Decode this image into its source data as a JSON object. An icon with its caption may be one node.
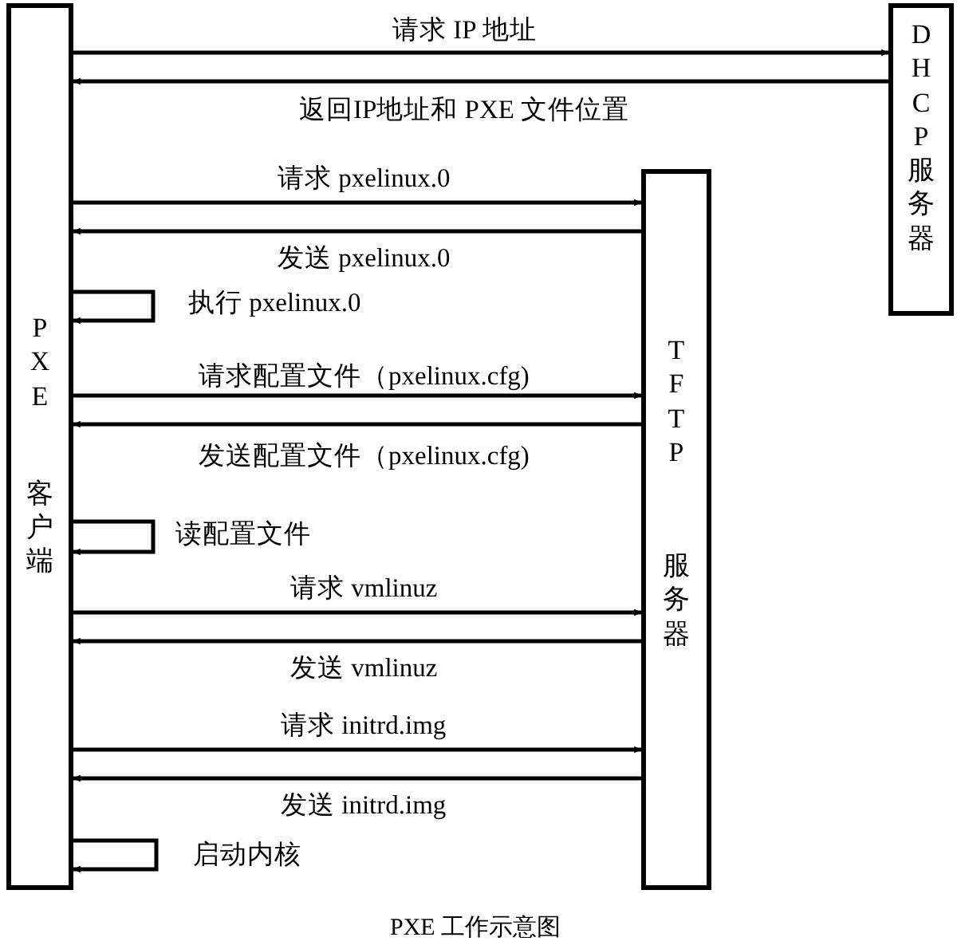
{
  "diagram": {
    "caption": "PXE 工作示意图",
    "nodes": [
      {
        "text": [
          "PXE",
          "客户端"
        ]
      },
      {
        "text": [
          "TFTP",
          "服务器"
        ]
      },
      {
        "text": [
          "DHCP服务器"
        ]
      }
    ],
    "edges": [
      {
        "from": 0,
        "to": 2,
        "arrow": "to",
        "label": "请求 IP 地址"
      },
      {
        "from": 2,
        "to": 0,
        "arrow": "to",
        "label": "返回IP地址和 PXE 文件位置"
      },
      {
        "from": 0,
        "to": 1,
        "arrow": "to",
        "label": "请求 pxelinux.0"
      },
      {
        "from": 1,
        "to": 0,
        "arrow": "to",
        "label": "发送 pxelinux.0"
      },
      {
        "from": 0,
        "to": 0,
        "arrow": "to",
        "label": "执行 pxelinux.0"
      },
      {
        "from": 0,
        "to": 1,
        "arrow": "to",
        "label": "请求配置文件（pxelinux.cfg)"
      },
      {
        "from": 1,
        "to": 0,
        "arrow": "to",
        "label": "发送配置文件（pxelinux.cfg)"
      },
      {
        "from": 0,
        "to": 0,
        "arrow": "to",
        "label": "读配置文件"
      },
      {
        "from": 0,
        "to": 1,
        "arrow": "to",
        "label": "请求 vmlinuz"
      },
      {
        "from": 1,
        "to": 0,
        "arrow": "to",
        "label": "发送 vmlinuz"
      },
      {
        "from": 0,
        "to": 1,
        "arrow": "to",
        "label": "请求 initrd.img"
      },
      {
        "from": 1,
        "to": 0,
        "arrow": "to",
        "label": "发送 initrd.img"
      },
      {
        "from": 0,
        "to": 0,
        "arrow": "to",
        "label": "启动内核"
      }
    ]
  }
}
